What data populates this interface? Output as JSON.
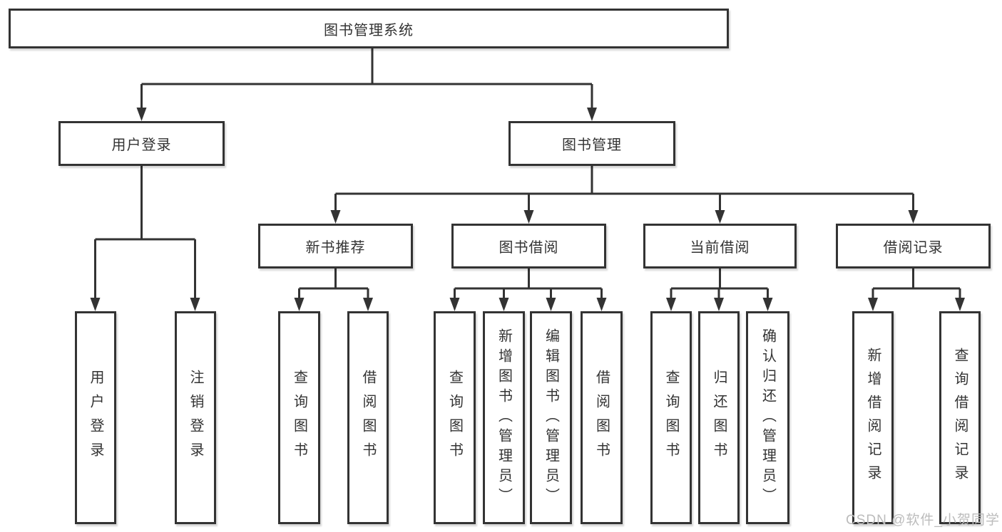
{
  "diagram_title": "图书管理系统",
  "watermark": {
    "text": "CSDN @软件_小贺同学"
  },
  "colors": {
    "line": "#333333",
    "text": "#333333",
    "box_background": "#ffffff",
    "watermark": "#bcbcbc",
    "background": "#ffffff"
  },
  "tree": {
    "label": "图书管理系统",
    "children": [
      {
        "label": "用户登录",
        "children": [
          {
            "label": "用户登录"
          },
          {
            "label": "注销登录"
          }
        ]
      },
      {
        "label": "图书管理",
        "children": [
          {
            "label": "新书推荐",
            "children": [
              {
                "label": "查询图书"
              },
              {
                "label": "借阅图书"
              }
            ]
          },
          {
            "label": "图书借阅",
            "children": [
              {
                "label": "查询图书"
              },
              {
                "label": "新增图书（管理员）"
              },
              {
                "label": "编辑图书（管理员）"
              },
              {
                "label": "借阅图书"
              }
            ]
          },
          {
            "label": "当前借阅",
            "children": [
              {
                "label": "查询图书"
              },
              {
                "label": "归还图书"
              },
              {
                "label": "确认归还（管理员）"
              }
            ]
          },
          {
            "label": "借阅记录",
            "children": [
              {
                "label": "新增借阅记录"
              },
              {
                "label": "查询借阅记录"
              }
            ]
          }
        ]
      }
    ]
  }
}
